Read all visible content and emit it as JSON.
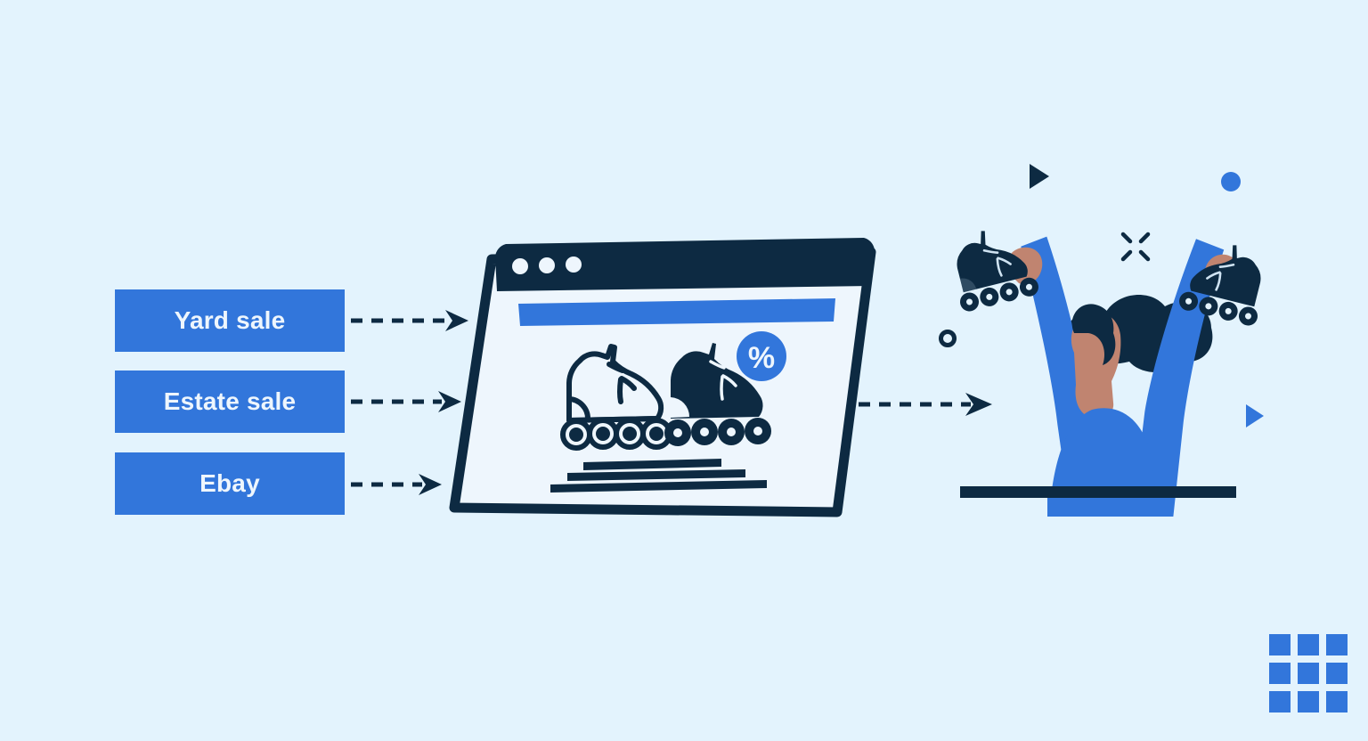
{
  "palette": {
    "background": "#e3f3fd",
    "accent_blue": "#3276db",
    "navy": "#0d2a42",
    "skin": "#c08470",
    "light": "#eef6fd"
  },
  "sources": {
    "items": [
      {
        "label": "Yard sale"
      },
      {
        "label": "Estate sale"
      },
      {
        "label": "Ebay"
      }
    ]
  },
  "browser": {
    "name": "browser-window",
    "dots": [
      "dot-1",
      "dot-2",
      "dot-3"
    ],
    "banner": "banner-bar",
    "products": [
      {
        "name": "inline-skate-outline"
      },
      {
        "name": "inline-skate-filled"
      }
    ],
    "badge": {
      "label": "%",
      "name": "discount-badge"
    },
    "text_lines": [
      "line-1",
      "line-2",
      "line-3"
    ]
  },
  "person": {
    "name": "happy-shopper",
    "holding": [
      "roller-skate-left",
      "roller-skate-right"
    ],
    "ground": "ground-bar"
  },
  "decorations": [
    {
      "name": "navy-triangle-top"
    },
    {
      "name": "blue-dot"
    },
    {
      "name": "sparkle-burst"
    },
    {
      "name": "navy-ring"
    },
    {
      "name": "blue-triangle-right"
    }
  ],
  "logo": {
    "name": "grid-logo",
    "cells": [
      "c1",
      "c2",
      "c3",
      "c4",
      "c5",
      "c6",
      "c7",
      "c8",
      "c9"
    ]
  }
}
